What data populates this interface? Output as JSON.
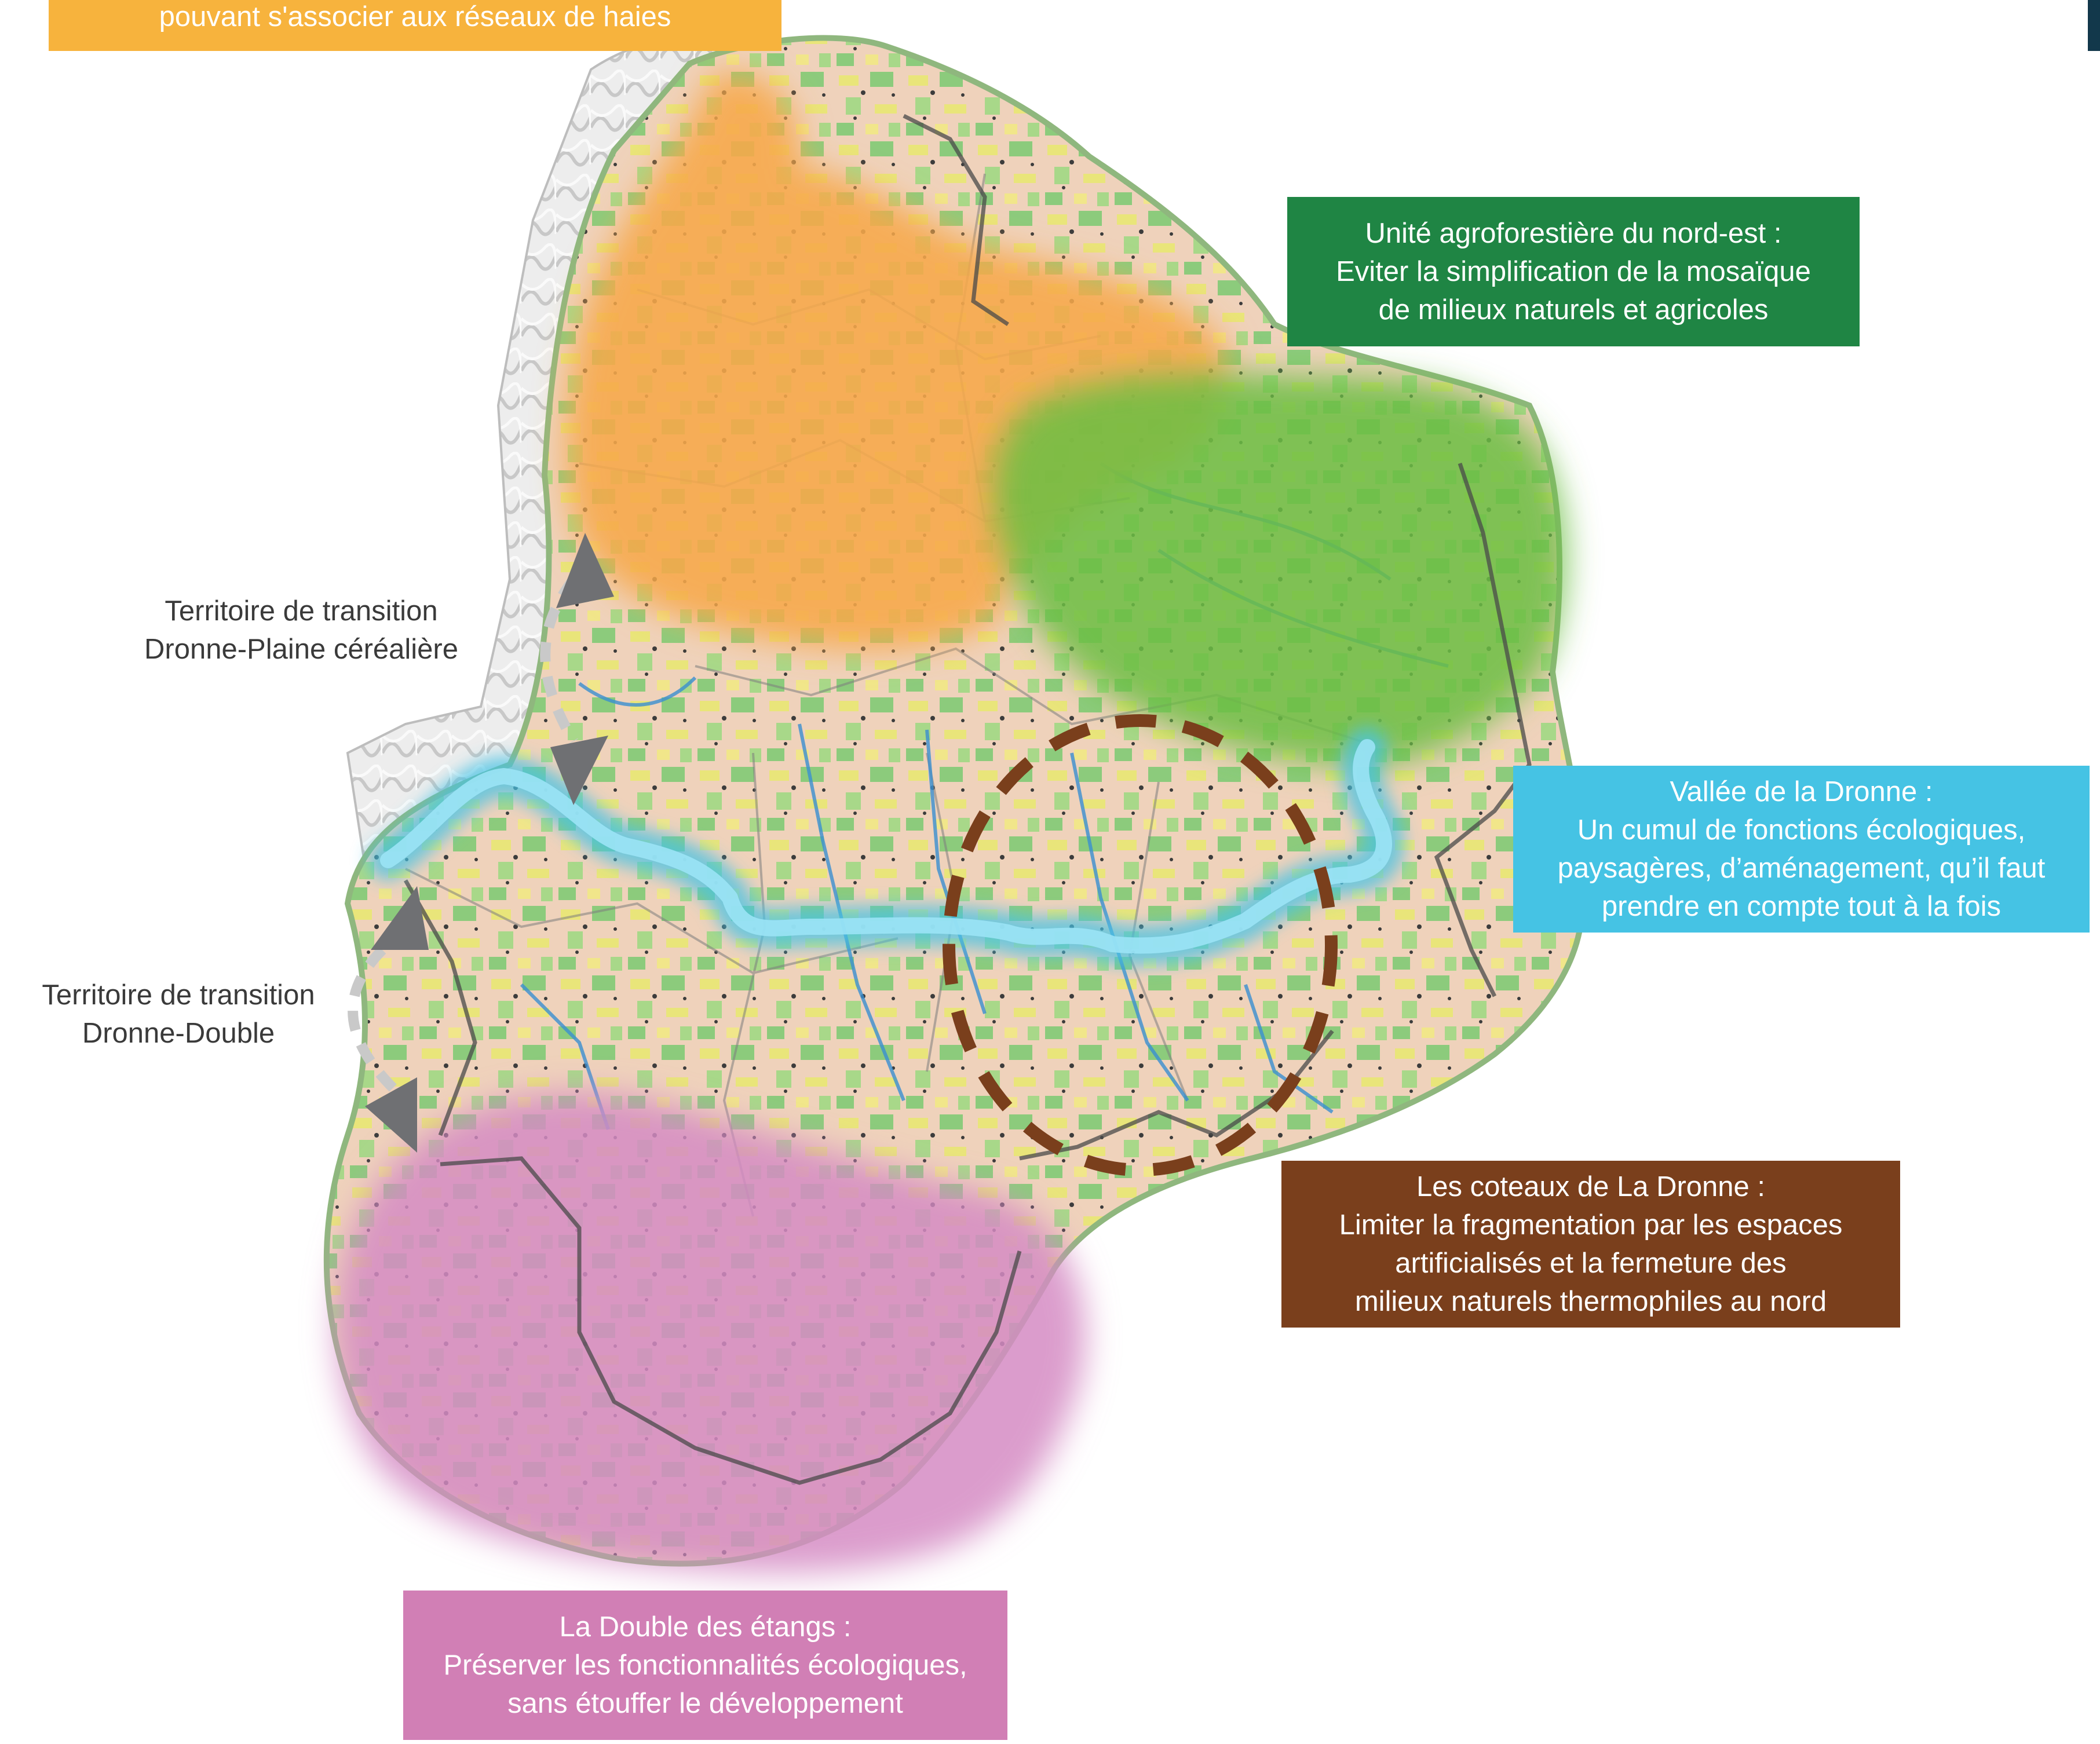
{
  "colors": {
    "orange": "#F7B33D",
    "green": "#1F8544",
    "blue": "#45C3E4",
    "brown": "#7A3F1C",
    "pink": "#D17FB5",
    "corner": "#12384B"
  },
  "labels": {
    "orange_zone": {
      "lines": [
        "pouvant s'associer aux réseaux de haies"
      ]
    },
    "green_zone": {
      "lines": [
        "Unité agroforestière du nord-est :",
        "Eviter la simplification de la mosaïque",
        "de milieux naturels et agricoles"
      ]
    },
    "blue_zone": {
      "lines": [
        "Vallée de la Dronne :",
        "Un cumul de fonctions écologiques,",
        "paysagères, d’aménagement, qu’il faut",
        "prendre en compte tout à la fois"
      ]
    },
    "brown_zone": {
      "lines": [
        "Les coteaux de La Dronne :",
        "Limiter la fragmentation par les espaces",
        "artificialisés et la fermeture des",
        "milieux naturels thermophiles au nord"
      ]
    },
    "pink_zone": {
      "lines": [
        "La Double des étangs :",
        "Préserver les fonctionnalités écologiques,",
        "sans étouffer le développement"
      ]
    },
    "transition_north": {
      "lines": [
        "Territoire de transition",
        "Dronne-Plaine céréalière"
      ]
    },
    "transition_south": {
      "lines": [
        "Territoire de transition",
        "Dronne-Double"
      ]
    }
  }
}
